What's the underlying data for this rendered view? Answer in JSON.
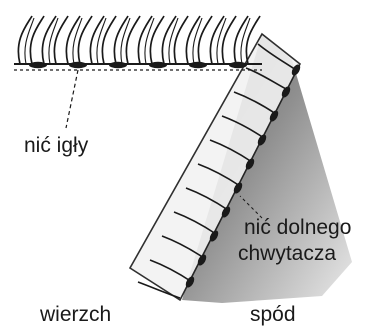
{
  "labels": {
    "needle_thread": "nić igły",
    "looper_thread_line1": "nić dolnego",
    "looper_thread_line2": "chwytacza",
    "top_side": "wierzch",
    "bottom_side": "spód"
  },
  "colors": {
    "ink": "#1a1a1a",
    "fabric_shade": "#8a8a8a",
    "background": "#ffffff"
  }
}
